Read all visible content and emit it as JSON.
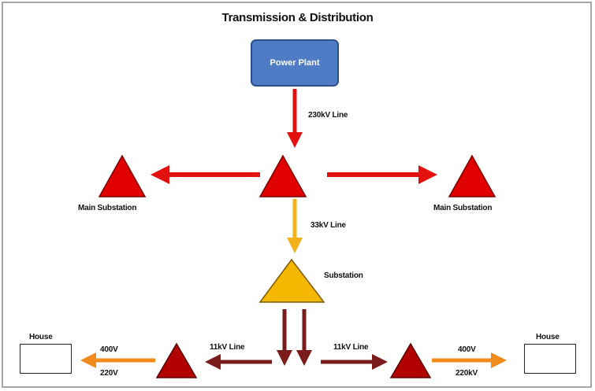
{
  "title": "Transmission & Distribution",
  "power_plant": {
    "label": "Power Plant"
  },
  "lines": {
    "kv230": "230kV Line",
    "kv33": "33kV Line",
    "kv11_left": "11kV Line",
    "kv11_right": "11kV Line"
  },
  "substations": {
    "main_left": "Main Substation",
    "main_right": "Main Substation",
    "distribution": "Substation"
  },
  "houses": {
    "left": "House",
    "right": "House"
  },
  "voltages": {
    "left_top": "400V",
    "left_bottom": "220V",
    "right_top": "400V",
    "right_bottom": "220kV"
  },
  "colors": {
    "plant": "#4f7cc4",
    "main_triangle": "#e00000",
    "substation_triangle": "#f5b800",
    "distribution_triangle": "#b00000",
    "arrow_230kv": "#e31010",
    "arrow_33kv": "#f2b31a",
    "arrow_11kv": "#7a1c1c",
    "arrow_house": "#f08a1c"
  }
}
